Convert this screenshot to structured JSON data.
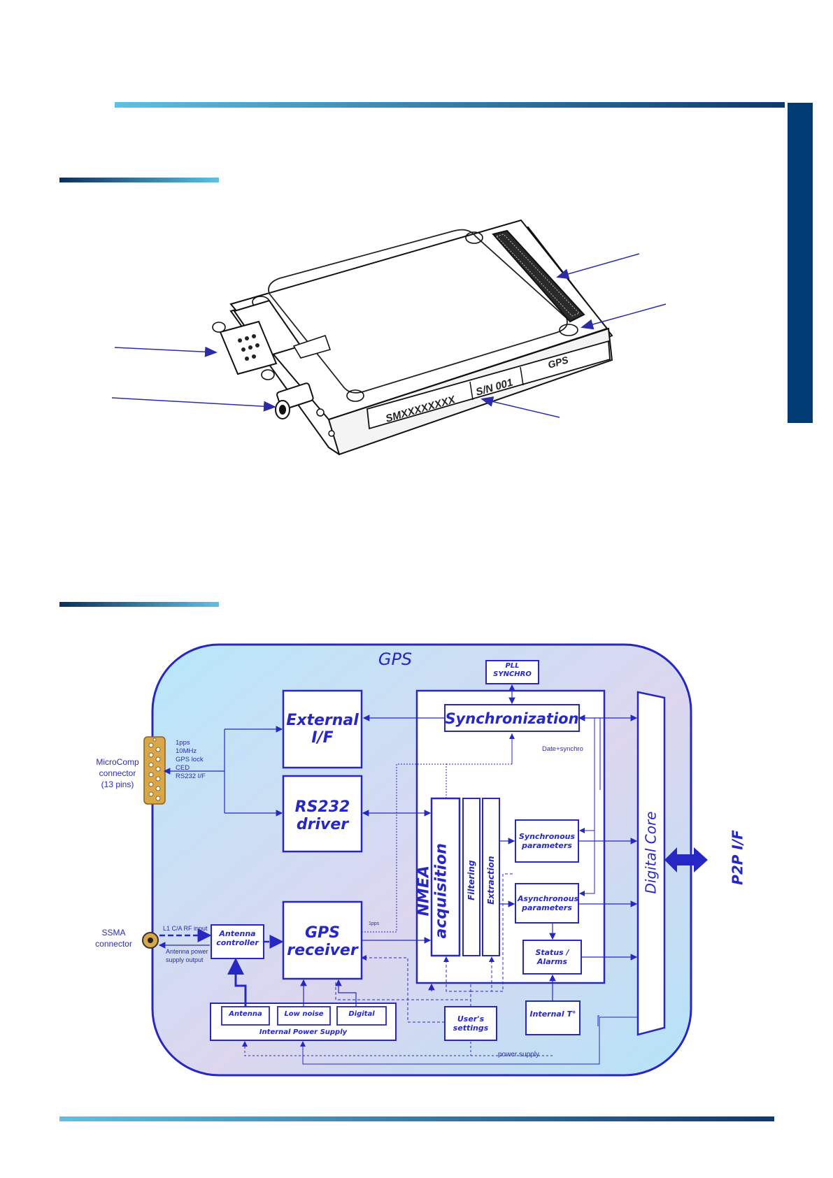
{
  "device": {
    "label_serial_model": "SMXXXXXXXX",
    "label_serial_number": "S/N 001",
    "label_product": "GPS"
  },
  "diagram": {
    "main_title": "GPS",
    "external_if": "External I/F",
    "rs232_driver": "RS232 driver",
    "gps_receiver": "GPS receiver",
    "antenna_controller": "Antenna controller",
    "synchronization": "Synchronization",
    "pll_synchro": "PLL SYNCHRO",
    "nmea_acquisition": "NMEA acquisition",
    "filtering": "Filtering",
    "extraction": "Extraction",
    "synchronous_parameters": "Synchronous parameters",
    "asynchronous_parameters": "Asynchronous parameters",
    "status_alarms": "Status / Alarms",
    "internal_temp": "Internal T°",
    "users_settings": "User's settings",
    "digital_core": "Digital Core",
    "p2p_if": "P2P I/F",
    "internal_power_supply": "Internal Power Supply",
    "ps_antenna": "Antenna",
    "ps_low_noise": "Low noise",
    "ps_digital": "Digital",
    "microcomp_connector": [
      "MicroComp",
      "connector",
      "(13 pins)"
    ],
    "microcomp_signals": [
      "1pps",
      "10MHz",
      "GPS lock",
      "CED",
      "RS232 I/F"
    ],
    "ssma_connector": [
      "SSMA",
      "connector"
    ],
    "l1_rf_input": "L1 C/A RF input",
    "antenna_power_output": [
      "Antenna power",
      "supply output"
    ],
    "date_synchro": "Date+synchro",
    "pps_label": "1pps",
    "power_supply": "power supply"
  },
  "colors": {
    "accent_blue": "#2727c4",
    "navy": "#003b73",
    "light_cyan": "#5fc0e4",
    "connector_gold": "#d9a74a"
  }
}
